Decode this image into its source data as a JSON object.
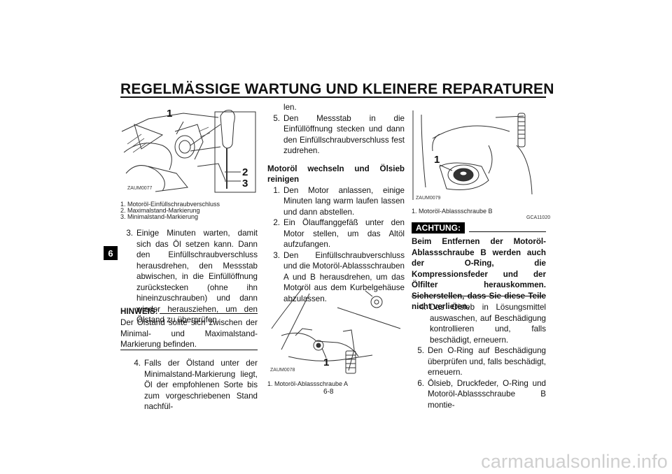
{
  "header": {
    "title": "REGELMÄSSIGE WARTUNG UND KLEINERE REPARATUREN"
  },
  "side_tab": "6",
  "fig1": {
    "callouts": [
      "1",
      "2",
      "3"
    ],
    "id": "ZAUM0077",
    "legend": [
      "1.  Motoröl-Einfüllschraubverschluss",
      "2.  Maximalstand-Markierung",
      "3.  Minimalstand-Markierung"
    ]
  },
  "col1": {
    "step3_num": "3.",
    "step3_text": "Einige Minuten warten, damit sich das Öl setzen kann. Dann den Einfüllschraubverschluss herausdrehen, den Messstab abwischen, in die Einfüllöffnung zurückstecken (ohne ihn hineinzuschrauben) und dann wieder herausziehen, um den Ölstand zu überprüfen.",
    "note_label": "HINWEIS:",
    "note_text": "Der Ölstand sollte sich zwischen der Minimal- und Maximalstand-Markierung befinden.",
    "step4_num": "4.",
    "step4_text": "Falls der Ölstand unter der Minimalstand-Markierung liegt, Öl der empfohlenen Sorte bis zum vorgeschriebenen Stand nachfül-"
  },
  "col2": {
    "cont_text": "len.",
    "step5_num": "5.",
    "step5_text": "Den Messstab in die Einfüllöffnung stecken und dann den Einfüllschraubverschluss fest zudrehen.",
    "heading": "Motoröl wechseln und Ölsieb reinigen",
    "steps": [
      {
        "num": "1.",
        "text": "Den Motor anlassen, einige Minuten lang warm laufen lassen und dann abstellen."
      },
      {
        "num": "2.",
        "text": "Ein Ölauffanggefäß unter den Motor stellen, um das Altöl aufzufangen."
      },
      {
        "num": "3.",
        "text": "Den Einfüllschraubverschluss und die Motoröl-Ablassschrauben A und B herausdrehen, um das Motoröl aus dem Kurbelgehäuse abzulassen."
      }
    ],
    "fig_callout": "1",
    "fig_id": "ZAUM0078",
    "fig_legend": "1.  Motoröl-Ablassschraube A"
  },
  "col3": {
    "fig_callout": "1",
    "fig_id": "ZAUM0079",
    "fig_legend": "1.  Motoröl-Ablassschraube B",
    "caution_code": "GCA11020",
    "achtung_label": "ACHTUNG:",
    "warning_text": "Beim Entfernen der Motoröl-Ablassschraube B werden auch der O-Ring, die Kompressionsfeder und der Ölfilter herauskommen. Sicherstellen, dass Sie diese Teile nicht verlieren.",
    "steps": [
      {
        "num": "4.",
        "text": "Das Ölsieb in Lösungsmittel auswaschen, auf Beschädigung kontrollieren und, falls beschädigt, erneuern."
      },
      {
        "num": "5.",
        "text": "Den O-Ring auf Beschädigung überprüfen und, falls beschädigt, erneuern."
      },
      {
        "num": "6.",
        "text": "Ölsieb, Druckfeder, O-Ring und Motoröl-Ablassschraube B montie-"
      }
    ]
  },
  "page_number": "6-8",
  "watermark": "carmanualsonline.info"
}
